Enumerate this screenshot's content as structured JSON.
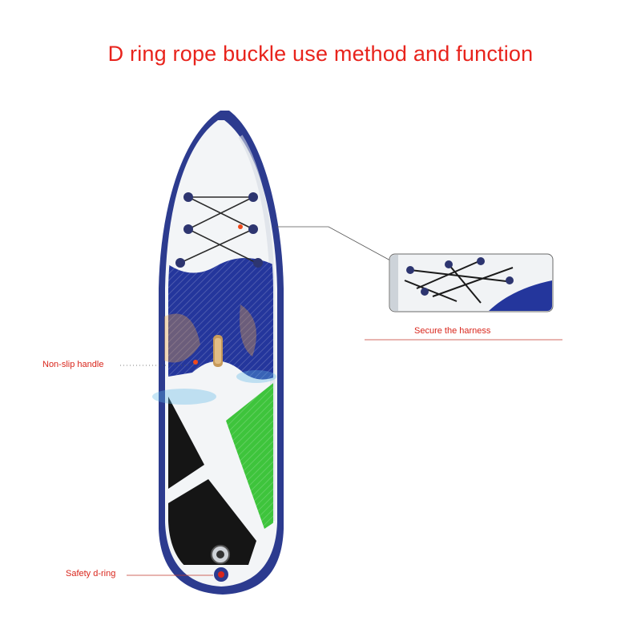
{
  "title": "D ring rope buckle use method and function",
  "callouts": {
    "harness": "Secure the harness",
    "handle": "Non-slip handle",
    "dring": "Safety d-ring"
  },
  "colors": {
    "title": "#e8231c",
    "label": "#d9261c",
    "board_rail": "#2c3b8f",
    "board_deck": "#f3f5f7",
    "pad_blue": "#24369c",
    "pad_green": "#3ec43c",
    "pad_black": "#151515",
    "bungee_anchor": "#2d3570",
    "marker": "#f04a1c",
    "leader_line": "#555555"
  }
}
